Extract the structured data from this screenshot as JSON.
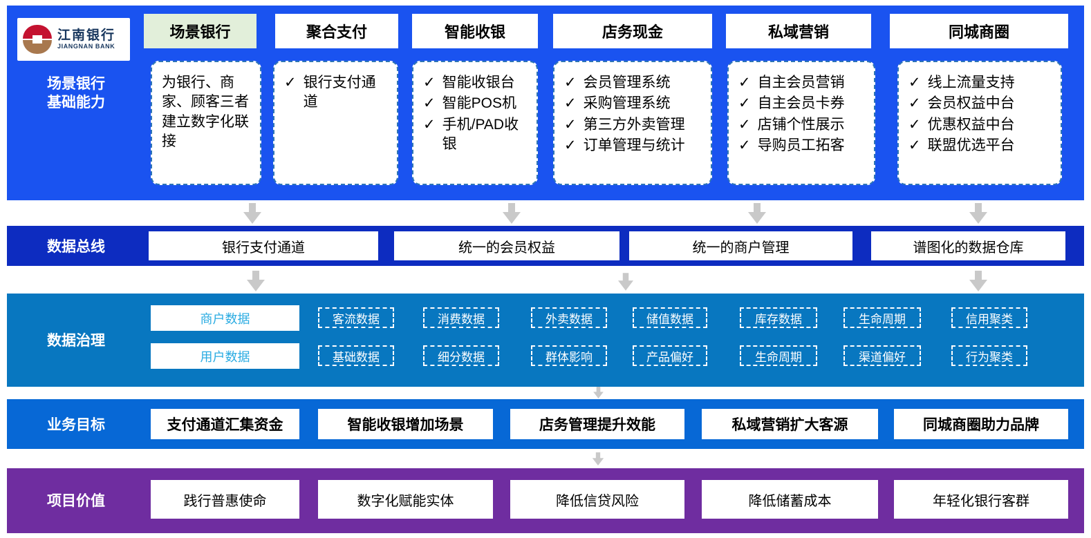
{
  "colors": {
    "band_capability": "#1a53f0",
    "band_data_bus": "#0d2cc0",
    "band_governance": "#0877c0",
    "band_goals": "#0768d6",
    "band_values": "#6f2da0",
    "tab_highlight": "#e2efda",
    "dashed_border": "#2e75b6",
    "row_header_text": "#29abe2",
    "arrow_gray": "#c9c9c9"
  },
  "glyphs": {
    "check": "✓"
  },
  "logo": {
    "name_cn": "江南银行",
    "name_en": "JIANGNAN BANK"
  },
  "tabs": [
    {
      "label": "场景银行"
    },
    {
      "label": "聚合支付"
    },
    {
      "label": "智能收银"
    },
    {
      "label": "店务现金"
    },
    {
      "label": "私域营销"
    },
    {
      "label": "同城商圈"
    }
  ],
  "capability": {
    "label": "场景银行\n基础能力",
    "boxes": [
      {
        "items": [
          "为银行、商家、顾客三者建立数字化联接"
        ]
      },
      {
        "items": [
          "银行支付通道"
        ]
      },
      {
        "items": [
          "智能收银台",
          "智能POS机",
          "手机/PAD收银"
        ]
      },
      {
        "items": [
          "会员管理系统",
          "采购管理系统",
          "第三方外卖管理",
          "订单管理与统计"
        ]
      },
      {
        "items": [
          "自主会员营销",
          "自主会员卡券",
          "店铺个性展示",
          "导购员工拓客"
        ]
      },
      {
        "items": [
          "线上流量支持",
          "会员权益中台",
          "优惠权益中台",
          "联盟优选平台"
        ]
      }
    ]
  },
  "data_bus": {
    "label": "数据总线",
    "boxes": [
      "银行支付通道",
      "统一的会员权益",
      "统一的商户管理",
      "谱图化的数据仓库"
    ]
  },
  "governance": {
    "label": "数据治理",
    "row_headers": [
      "商户数据",
      "用户数据"
    ],
    "merchant_chips": [
      "客流数据",
      "消费数据",
      "外卖数据",
      "储值数据",
      "库存数据",
      "生命周期",
      "信用聚类"
    ],
    "user_chips": [
      "基础数据",
      "细分数据",
      "群体影响",
      "产品偏好",
      "生命周期",
      "渠道偏好",
      "行为聚类"
    ]
  },
  "goals": {
    "label": "业务目标",
    "boxes": [
      "支付通道汇集资金",
      "智能收银增加场景",
      "店务管理提升效能",
      "私域营销扩大客源",
      "同城商圈助力品牌"
    ]
  },
  "values": {
    "label": "项目价值",
    "boxes": [
      "践行普惠使命",
      "数字化赋能实体",
      "降低信贷风险",
      "降低储蓄成本",
      "年轻化银行客群"
    ]
  }
}
